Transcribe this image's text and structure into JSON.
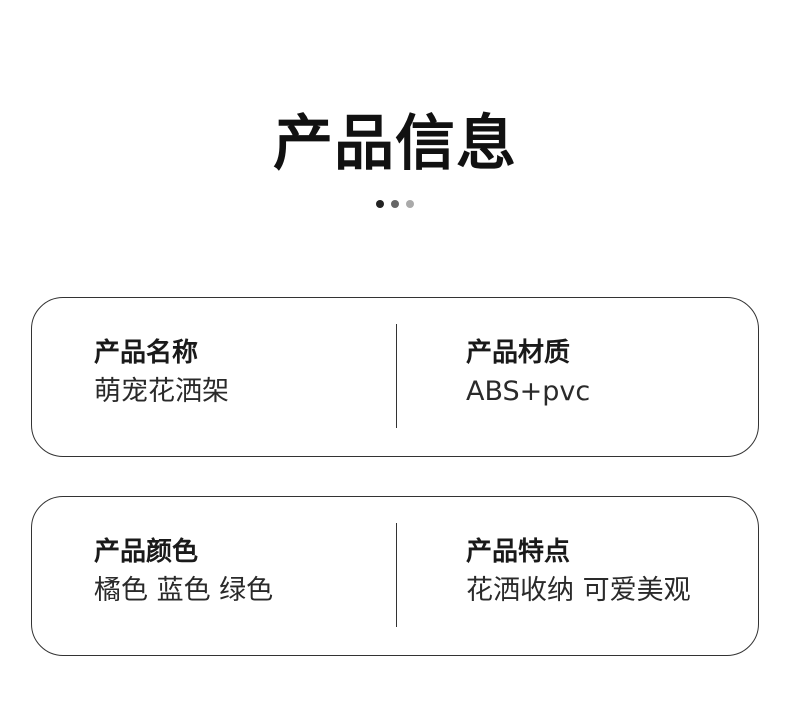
{
  "title": "产品信息",
  "dots": [
    "#222222",
    "#666666",
    "#aaaaaa"
  ],
  "cards": [
    {
      "left": {
        "label": "产品名称",
        "value": "萌宠花洒架"
      },
      "right": {
        "label": "产品材质",
        "value": "ABS+pvc"
      }
    },
    {
      "left": {
        "label": "产品颜色",
        "value": "橘色 蓝色 绿色"
      },
      "right": {
        "label": "产品特点",
        "value": "花洒收纳 可爱美观"
      }
    }
  ]
}
